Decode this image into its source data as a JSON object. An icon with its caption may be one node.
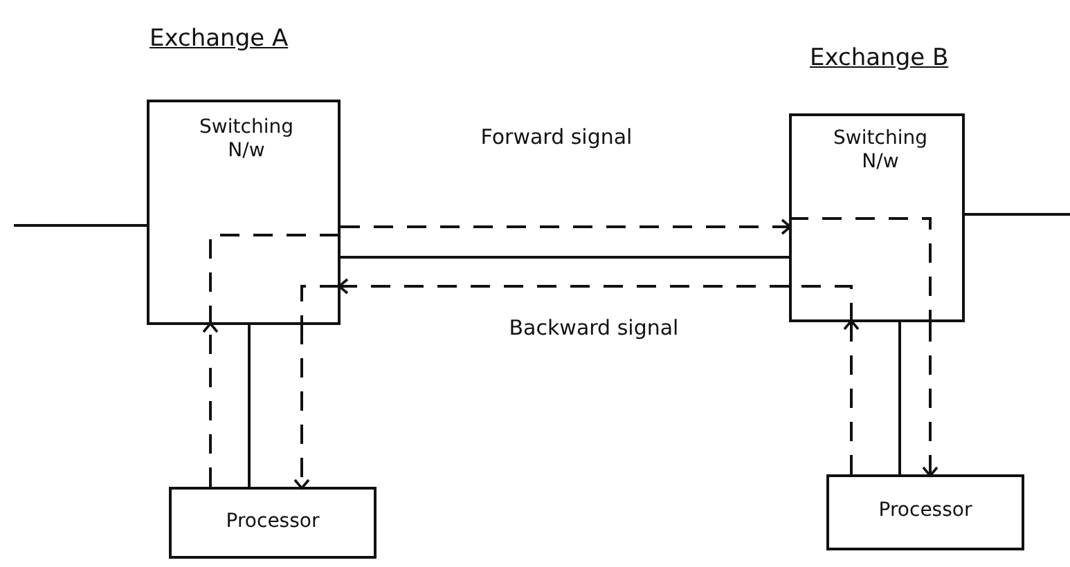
{
  "diagram": {
    "nodes": [
      {
        "text": [
          "Switching N/w"
        ]
      },
      {
        "text": [
          "Processor"
        ]
      },
      {
        "text": [
          "Switching N/w"
        ]
      },
      {
        "text": [
          "Processor"
        ]
      }
    ],
    "edges": [
      {
        "from": null,
        "to": 0,
        "arrow": "none"
      },
      {
        "from": 0,
        "to": 2,
        "arrow": "none"
      },
      {
        "from": 2,
        "to": null,
        "arrow": "none"
      },
      {
        "from": 1,
        "to": 0,
        "arrow": "none"
      },
      {
        "from": 3,
        "to": 2,
        "arrow": "none"
      },
      {
        "from": 1,
        "to": 0,
        "arrow": "to",
        "style": "dashed"
      },
      {
        "from": 0,
        "to": 2,
        "arrow": "to",
        "style": "dashed",
        "label": "Forward signal"
      },
      {
        "from": 2,
        "to": 3,
        "arrow": "to",
        "style": "dashed"
      },
      {
        "from": 3,
        "to": 2,
        "arrow": "to",
        "style": "dashed"
      },
      {
        "from": 2,
        "to": 0,
        "arrow": "to",
        "style": "dashed",
        "label": "Backward signal"
      },
      {
        "from": 0,
        "to": 1,
        "arrow": "to",
        "style": "dashed"
      }
    ],
    "labels": [
      "Exchange A",
      "Exchange B"
    ]
  }
}
